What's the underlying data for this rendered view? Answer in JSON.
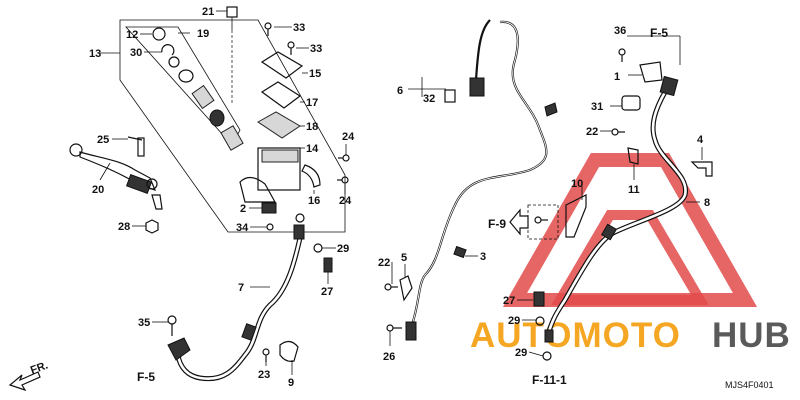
{
  "diagram_code": "MJS4F0401",
  "direction": {
    "label": "FR."
  },
  "watermark": {
    "part1": "AUTOMOTO",
    "part2": "HUB",
    "color1": "#f5a623",
    "color2": "#5a5a5a",
    "tri_color": "#e24a4a"
  },
  "refs": {
    "f5_top": "F-5",
    "f5_bottom": "F-5",
    "f9": "F-9",
    "f11": "F-11-1"
  },
  "callouts": {
    "c21": "21",
    "c33a": "33",
    "c12": "12",
    "c19": "19",
    "c30": "30",
    "c33b": "33",
    "c13": "13",
    "c15": "15",
    "c17": "17",
    "c18": "18",
    "c25": "25",
    "c14": "14",
    "c24a": "24",
    "c20": "20",
    "c24b": "24",
    "c16": "16",
    "c2": "2",
    "c28": "28",
    "c34": "34",
    "c29a": "29",
    "c27a": "27",
    "c7": "7",
    "c35": "35",
    "c23": "23",
    "c9": "9",
    "c6": "6",
    "c32": "32",
    "c22a": "22",
    "c5": "5",
    "c3": "3",
    "c26": "26",
    "c36": "36",
    "c1": "1",
    "c31": "31",
    "c22b": "22",
    "c4": "4",
    "c10": "10",
    "c11": "11",
    "c8": "8",
    "c27b": "27",
    "c29b": "29",
    "c29c": "29"
  }
}
